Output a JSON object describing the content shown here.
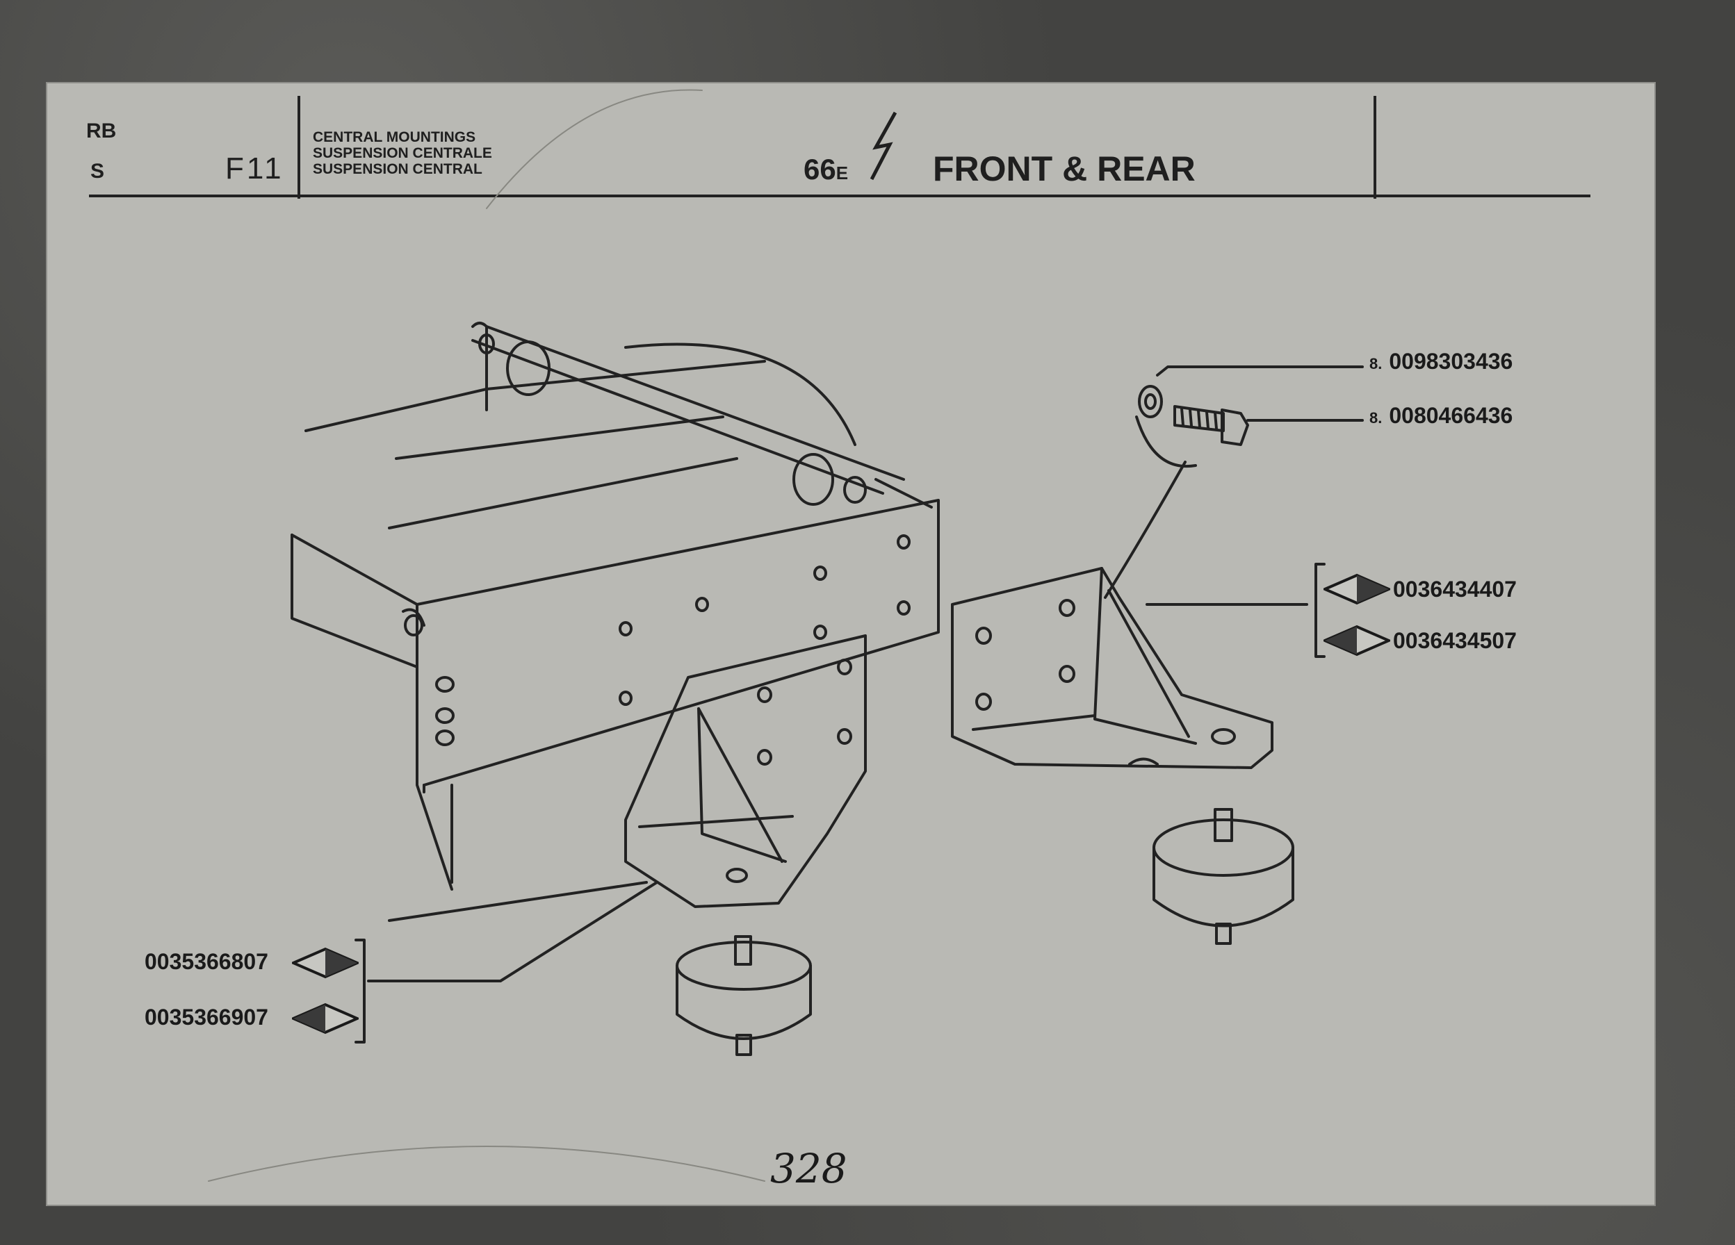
{
  "header": {
    "code_rb": "RB",
    "code_s": "S",
    "group_code": "F11",
    "title_en": "CENTRAL MOUNTINGS",
    "title_it": "SUSPENSION CENTRALE",
    "title_es": "SUSPENSION CENTRAL",
    "model": "66",
    "model_suffix": "E",
    "section": "FRONT & REAR"
  },
  "parts": {
    "washer": {
      "qty": "8.",
      "number": "0098303436"
    },
    "bolt": {
      "qty": "8.",
      "number": "0080466436"
    },
    "right_bracket_a": {
      "number": "0036434407"
    },
    "right_bracket_b": {
      "number": "0036434507"
    },
    "left_bracket_a": {
      "number": "0035366807"
    },
    "left_bracket_b": {
      "number": "0035366907"
    }
  },
  "page_number": "328",
  "icons": [
    "lightning-bolt-icon",
    "diamond-marker-icon"
  ],
  "colors": {
    "paper": "#b9b9b4",
    "ink": "#1f1f1f",
    "backdrop": "#434341"
  }
}
